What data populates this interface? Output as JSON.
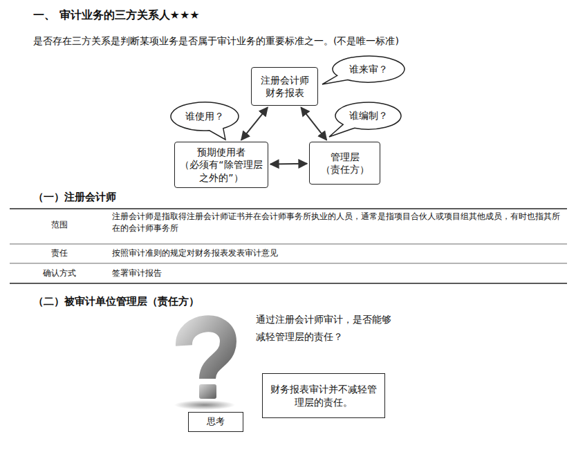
{
  "diagram": {
    "title": "一、 审计业务的三方关系人★★★",
    "nodes": [
      {
        "text": [
          "谁来审？"
        ]
      },
      {
        "text": [
          "注册会计师 财务报表"
        ]
      },
      {
        "text": [
          "谁使用？"
        ]
      },
      {
        "text": [
          "谁编制？"
        ]
      },
      {
        "text": [
          "预期使用者",
          "（必须有“除管理层之外的”）"
        ]
      },
      {
        "text": [
          "管理层",
          "（责任方）"
        ]
      },
      {
        "text": [
          "思考"
        ]
      },
      {
        "text": [
          "财务报表审计并不减轻管理层的责任。"
        ]
      }
    ],
    "edges": [
      {
        "from": 4,
        "to": 1,
        "arrow": "both"
      },
      {
        "from": 1,
        "to": 5,
        "arrow": "both"
      },
      {
        "from": 4,
        "to": 5,
        "arrow": "both"
      }
    ],
    "labels": [
      "是否存在三方关系是判断某项业务是否属于审计业务的重要标准之一。(不是唯一标准)",
      "（一）注册会计师",
      "范围",
      "注册会计师是指取得注册会计师证书并在会计师事务所执业的人员，通常是指项目合伙人或项目组其他成员，有时也指其所在的会计师事务所",
      "责任",
      "按照审计准则的规定对财务报表发表审计意见",
      "确认方式",
      "签署审计报告",
      "（二）被审计单位管理层（责任方）",
      "通过注册会计师审计，是否能够 减轻管理层的责任？"
    ]
  }
}
